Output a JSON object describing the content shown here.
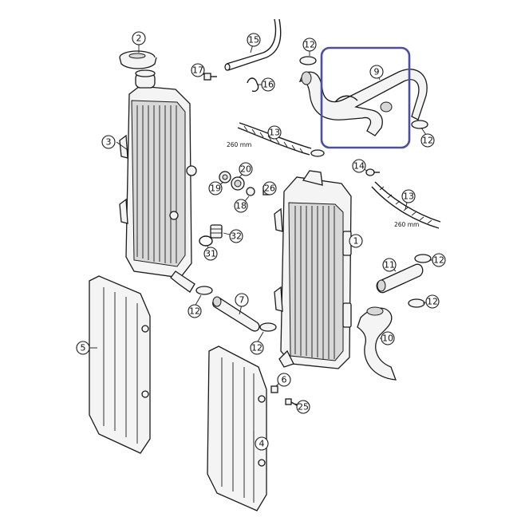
{
  "diagram": {
    "highlight_color": "#4a4fa3",
    "line_color": "#1a1a1a",
    "callouts": [
      {
        "id": "c1",
        "label": "1"
      },
      {
        "id": "c2",
        "label": "2"
      },
      {
        "id": "c3",
        "label": "3"
      },
      {
        "id": "c4",
        "label": "4"
      },
      {
        "id": "c5",
        "label": "5"
      },
      {
        "id": "c6",
        "label": "6"
      },
      {
        "id": "c7",
        "label": "7"
      },
      {
        "id": "c9",
        "label": "9"
      },
      {
        "id": "c10",
        "label": "10"
      },
      {
        "id": "c11",
        "label": "11"
      },
      {
        "id": "c12a",
        "label": "12"
      },
      {
        "id": "c12b",
        "label": "12"
      },
      {
        "id": "c12c",
        "label": "12"
      },
      {
        "id": "c12d",
        "label": "12"
      },
      {
        "id": "c12e",
        "label": "12"
      },
      {
        "id": "c12f",
        "label": "12"
      },
      {
        "id": "c13a",
        "label": "13"
      },
      {
        "id": "c13b",
        "label": "13"
      },
      {
        "id": "c14",
        "label": "14"
      },
      {
        "id": "c15",
        "label": "15"
      },
      {
        "id": "c16",
        "label": "16"
      },
      {
        "id": "c17",
        "label": "17"
      },
      {
        "id": "c18",
        "label": "18"
      },
      {
        "id": "c19",
        "label": "19"
      },
      {
        "id": "c20",
        "label": "20"
      },
      {
        "id": "c25",
        "label": "25"
      },
      {
        "id": "c26",
        "label": "26"
      },
      {
        "id": "c31",
        "label": "31"
      },
      {
        "id": "c32",
        "label": "32"
      }
    ],
    "dimensions": [
      {
        "id": "d1",
        "text": "260 mm"
      },
      {
        "id": "d2",
        "text": "260 mm"
      }
    ]
  }
}
